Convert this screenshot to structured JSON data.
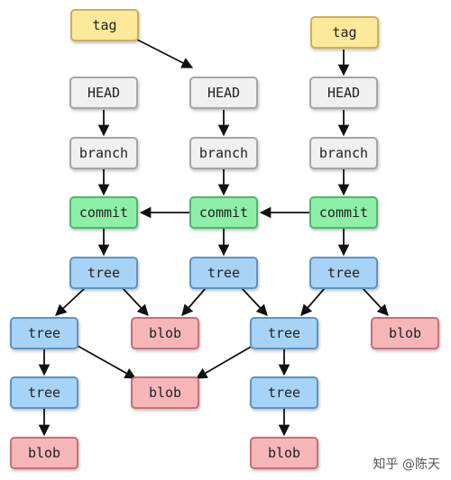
{
  "labels": {
    "tag": "tag",
    "head": "HEAD",
    "branch": "branch",
    "commit": "commit",
    "tree": "tree",
    "blob": "blob"
  },
  "watermark": "知乎 @陈天"
}
